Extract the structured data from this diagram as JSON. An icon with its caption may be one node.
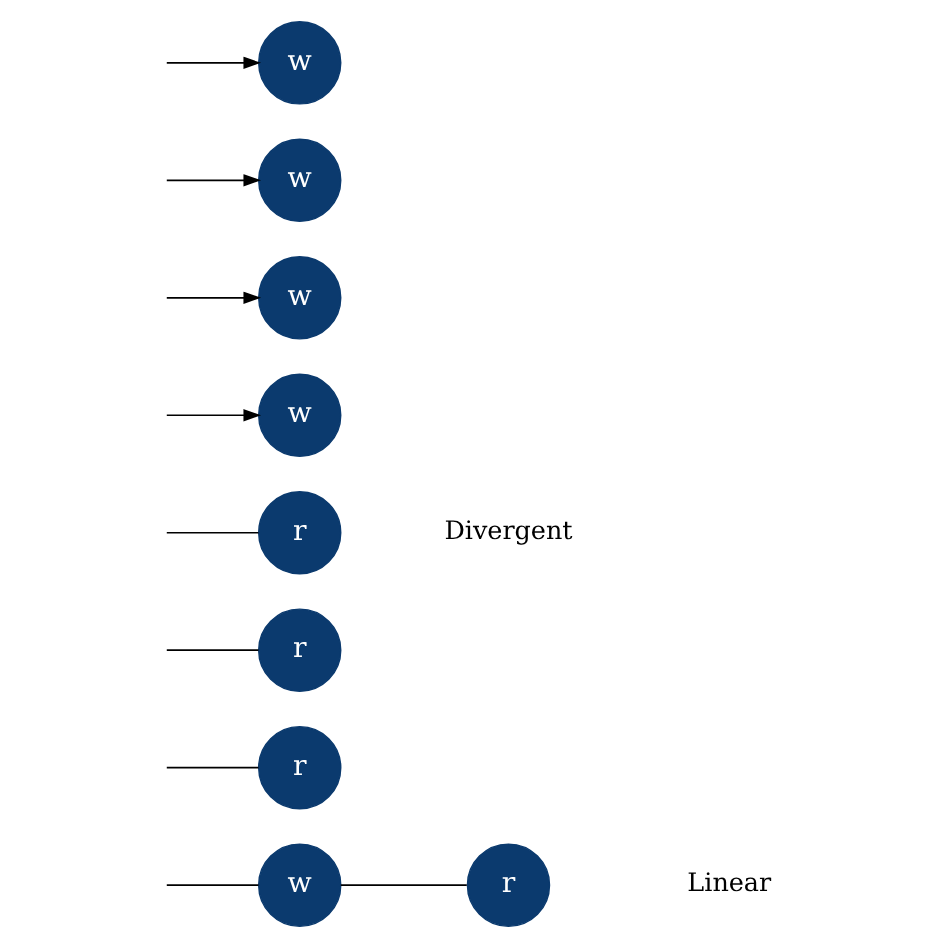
{
  "diagram": {
    "nodes": [
      {
        "text": [
          "w"
        ]
      },
      {
        "text": [
          "r"
        ]
      },
      {
        "text": [
          "r"
        ]
      },
      {
        "text": [
          "r"
        ]
      },
      {
        "text": [
          "r"
        ]
      },
      {
        "text": [
          "w"
        ]
      },
      {
        "text": [
          "w"
        ]
      },
      {
        "text": [
          "w"
        ]
      },
      {
        "text": [
          "w"
        ]
      }
    ],
    "edges": [
      {
        "from": null,
        "to": 0,
        "arrow": "none"
      },
      {
        "from": 0,
        "to": 1,
        "arrow": "none"
      },
      {
        "from": null,
        "to": 2,
        "arrow": "none"
      },
      {
        "from": null,
        "to": 3,
        "arrow": "none"
      },
      {
        "from": null,
        "to": 4,
        "arrow": "none"
      },
      {
        "from": null,
        "to": 5,
        "arrow": "to"
      },
      {
        "from": null,
        "to": 6,
        "arrow": "to"
      },
      {
        "from": null,
        "to": 7,
        "arrow": "to"
      },
      {
        "from": null,
        "to": 8,
        "arrow": "to"
      }
    ],
    "labels": [
      "Linear",
      "Divergent"
    ]
  }
}
